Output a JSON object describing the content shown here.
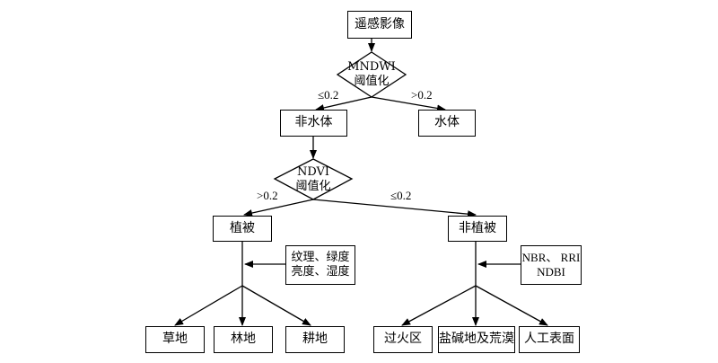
{
  "nodes": {
    "image": "遥感影像",
    "mndwi": "MNDWI\n阈值化",
    "non_water": "非水体",
    "water": "水体",
    "ndvi": "NDVI\n阈值化",
    "vegetation": "植被",
    "non_vegetation": "非植被",
    "veg_features": "纹理、绿度\n亮度、湿度",
    "nonveg_features": "NBR、 RRI\nNDBI",
    "grassland": "草地",
    "woodland": "林地",
    "farmland": "耕地",
    "burned_area": "过火区",
    "saline_desert": "盐碱地及荒漠",
    "artificial_surface": "人工表面"
  },
  "edge_labels": {
    "mndwi_le": "≤0.2",
    "mndwi_gt": ">0.2",
    "ndvi_gt": ">0.2",
    "ndvi_le": "≤0.2"
  }
}
